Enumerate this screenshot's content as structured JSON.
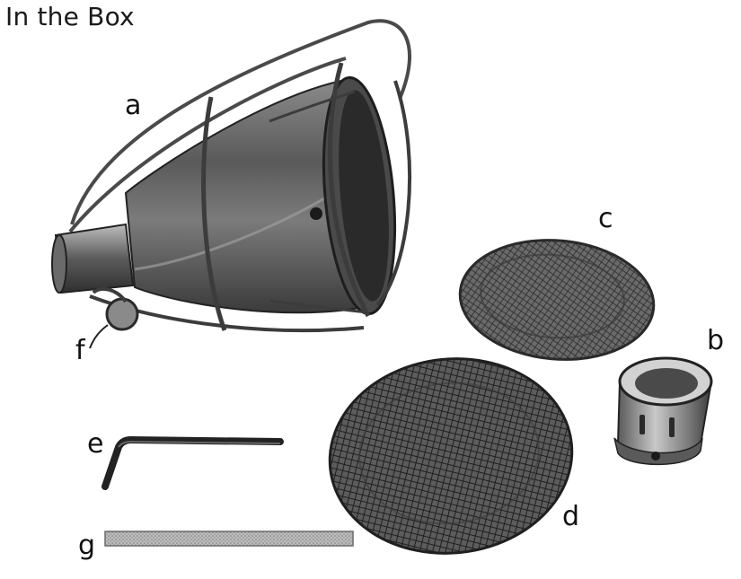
{
  "title": "In the Box",
  "parts": [
    {
      "id": "a",
      "label": "a",
      "name": "lamp-housing"
    },
    {
      "id": "b",
      "label": "b",
      "name": "collar-fitting"
    },
    {
      "id": "c",
      "label": "c",
      "name": "small-mesh-screen"
    },
    {
      "id": "d",
      "label": "d",
      "name": "large-mesh-screen"
    },
    {
      "id": "e",
      "label": "e",
      "name": "hex-key"
    },
    {
      "id": "f",
      "label": "f",
      "name": "clip"
    },
    {
      "id": "g",
      "label": "g",
      "name": "strip"
    }
  ],
  "colors": {
    "metal_dark": "#3a3a3a",
    "metal_mid": "#6e6e6e",
    "metal_light": "#b5b5b5",
    "mesh": "#555555",
    "wire": "#4a4a4a"
  }
}
